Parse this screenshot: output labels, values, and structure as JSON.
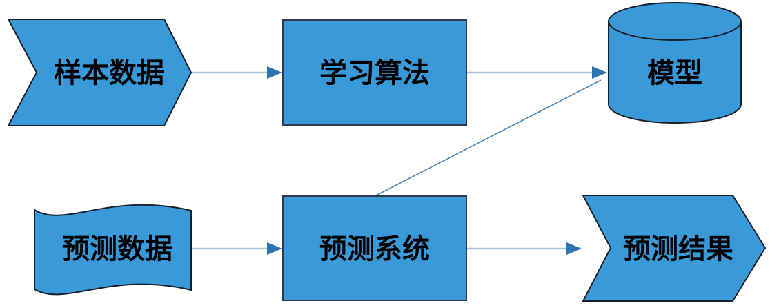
{
  "colors": {
    "canvas": "#ffffff",
    "fill": "#3a99d8",
    "border": "#16202a",
    "rectBorder": "#2f3b4c",
    "line": "#a9c1db",
    "head": "#2e74ae",
    "diagonal": "#4d85b5",
    "text": "#000000"
  },
  "diagram": {
    "nodes": [
      {
        "id": "sample-data",
        "shape": "chevron",
        "label": "样本数据"
      },
      {
        "id": "learning-algorithm",
        "shape": "rectangle",
        "label": "学习算法"
      },
      {
        "id": "model",
        "shape": "cylinder",
        "label": "模型"
      },
      {
        "id": "prediction-data",
        "shape": "wave",
        "label": "预测数据"
      },
      {
        "id": "prediction-system",
        "shape": "rectangle",
        "label": "预测系统"
      },
      {
        "id": "prediction-result",
        "shape": "chevron",
        "label": "预测结果"
      }
    ],
    "edges": [
      {
        "from": "sample-data",
        "to": "learning-algorithm"
      },
      {
        "from": "learning-algorithm",
        "to": "model"
      },
      {
        "from": "prediction-system",
        "to": "model"
      },
      {
        "from": "prediction-data",
        "to": "prediction-system"
      },
      {
        "from": "prediction-system",
        "to": "prediction-result"
      }
    ]
  }
}
